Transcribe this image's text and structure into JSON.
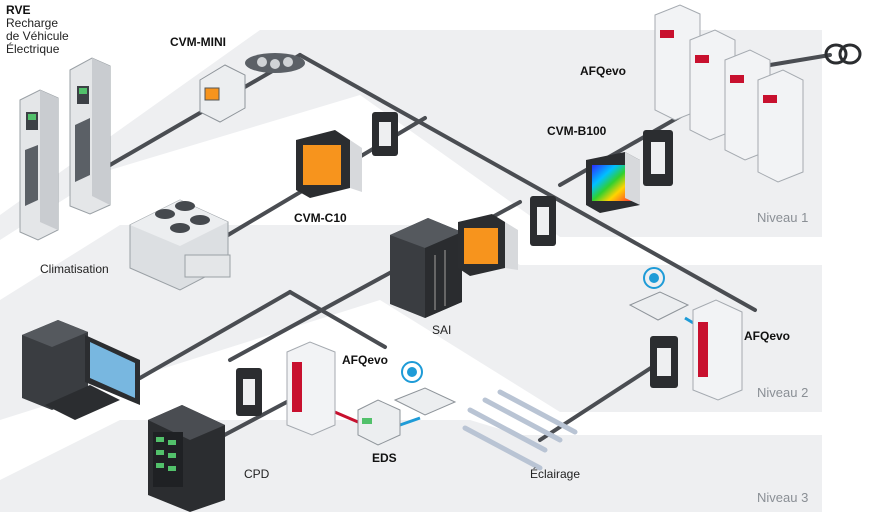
{
  "labels": {
    "rve_title": "RVE",
    "rve_line1": "Recharge",
    "rve_line2": "de Véhicule",
    "rve_line3": "Électrique",
    "cvm_mini": "CVM-MINI",
    "afqevo_top": "AFQevo",
    "cvm_b100": "CVM-B100",
    "cvm_c10": "CVM-C10",
    "climatisation": "Climatisation",
    "sai": "SAI",
    "afqevo_mid": "AFQevo",
    "afqevo_right": "AFQevo",
    "eds": "EDS",
    "cpd": "CPD",
    "eclairage": "Éclairage"
  },
  "levels": {
    "niveau1": "Niveau 1",
    "niveau2": "Niveau 2",
    "niveau3": "Niveau 3"
  },
  "colors": {
    "cable": "#4a4d52",
    "brand_red": "#c8102e",
    "screen_orange": "#f7941d",
    "wifi_blue": "#1e9bd7",
    "level_band": "#eeeff1"
  }
}
